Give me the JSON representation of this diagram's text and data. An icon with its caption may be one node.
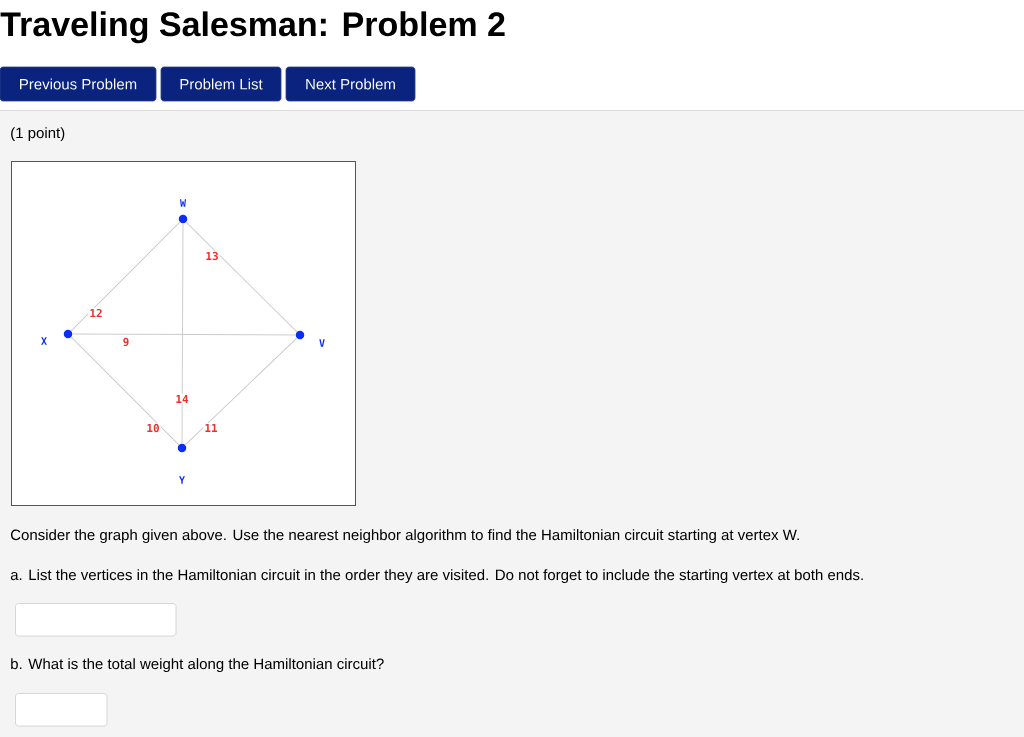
{
  "diagram": {
    "title": "Traveling Salesman: Problem 2",
    "nodes": [
      {
        "text": [
          "Previous Problem"
        ]
      },
      {
        "text": [
          "Problem List"
        ]
      },
      {
        "text": [
          "Next Problem"
        ]
      },
      {
        "text": [],
        "shape": "circle",
        "beside": [
          "W"
        ]
      },
      {
        "text": [],
        "shape": "circle",
        "beside": [
          "X"
        ]
      },
      {
        "text": [],
        "shape": "circle",
        "beside": [
          "V"
        ]
      },
      {
        "text": [],
        "shape": "circle",
        "beside": [
          "Y"
        ]
      }
    ],
    "edges": [
      {
        "from": 3,
        "to": 4,
        "arrow": "none",
        "label": "12"
      },
      {
        "from": 3,
        "to": 5,
        "arrow": "none",
        "label": "13"
      },
      {
        "from": 4,
        "to": 5,
        "arrow": "none",
        "label": "9"
      },
      {
        "from": 3,
        "to": 6,
        "arrow": "none",
        "label": "14"
      },
      {
        "from": 4,
        "to": 6,
        "arrow": "none",
        "label": "10"
      },
      {
        "from": 6,
        "to": 5,
        "arrow": "none",
        "label": "11"
      }
    ],
    "labels": [
      "(1 point)",
      "Consider the graph given above. Use the nearest neighbor algorithm to find the Hamiltonian circuit starting at vertex W.",
      "a. List the vertices in the Hamiltonian circuit in the order they are visited. Do not forget to include the starting vertex at both ends.",
      "b. What is the total weight along the Hamiltonian circuit?"
    ]
  }
}
